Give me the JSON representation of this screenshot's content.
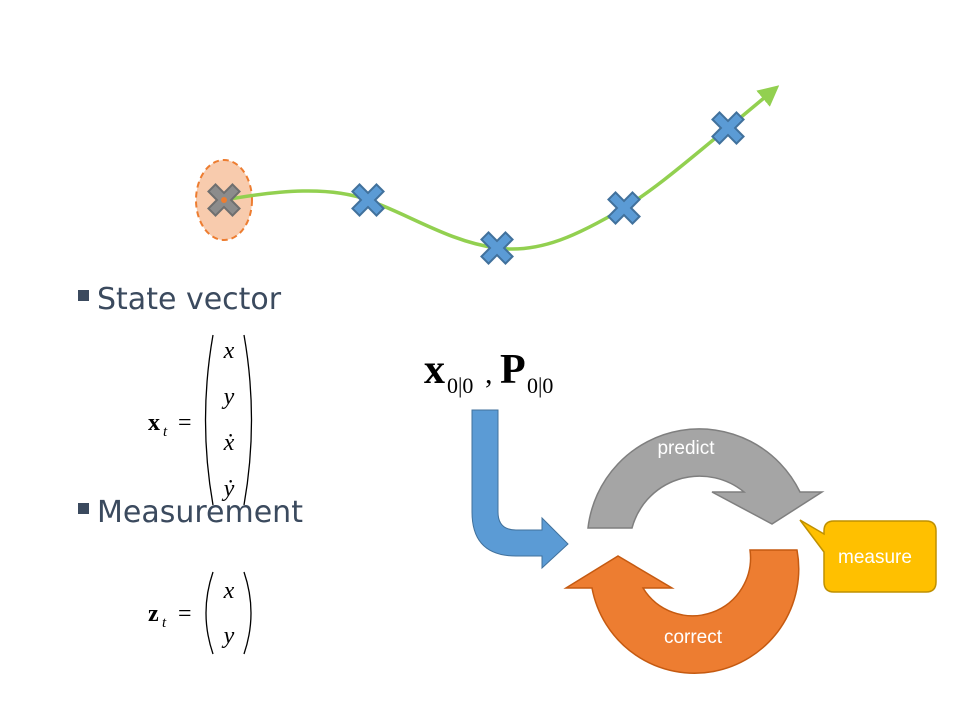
{
  "trajectory": {
    "line_color": "#92d050",
    "marker_fill": "#5b9bd5",
    "marker_stroke": "#41719c",
    "initial_marker_fill": "#8c8c8c",
    "uncertainty_fill": "#f8cbad",
    "uncertainty_stroke": "#ed7d31"
  },
  "bullets": [
    {
      "label": "State vector"
    },
    {
      "label": "Measurement"
    }
  ],
  "state_vector": {
    "symbol": "x",
    "subscript": "t",
    "equals": "=",
    "entries": [
      "x",
      "y",
      "ẋ",
      "ẏ"
    ]
  },
  "measurement": {
    "symbol": "z",
    "subscript": "t",
    "equals": "=",
    "entries": [
      "x",
      "y"
    ]
  },
  "initial": {
    "x_symbol": "x",
    "x_subscript": "0|0",
    "comma": ",",
    "p_symbol": "P",
    "p_subscript": "0|0"
  },
  "cycle": {
    "predict_label": "predict",
    "correct_label": "correct",
    "measure_label": "measure",
    "predict_color": "#a5a5a5",
    "correct_color": "#ed7d31",
    "measure_color": "#ffc000",
    "init_arrow_color": "#5b9bd5"
  }
}
